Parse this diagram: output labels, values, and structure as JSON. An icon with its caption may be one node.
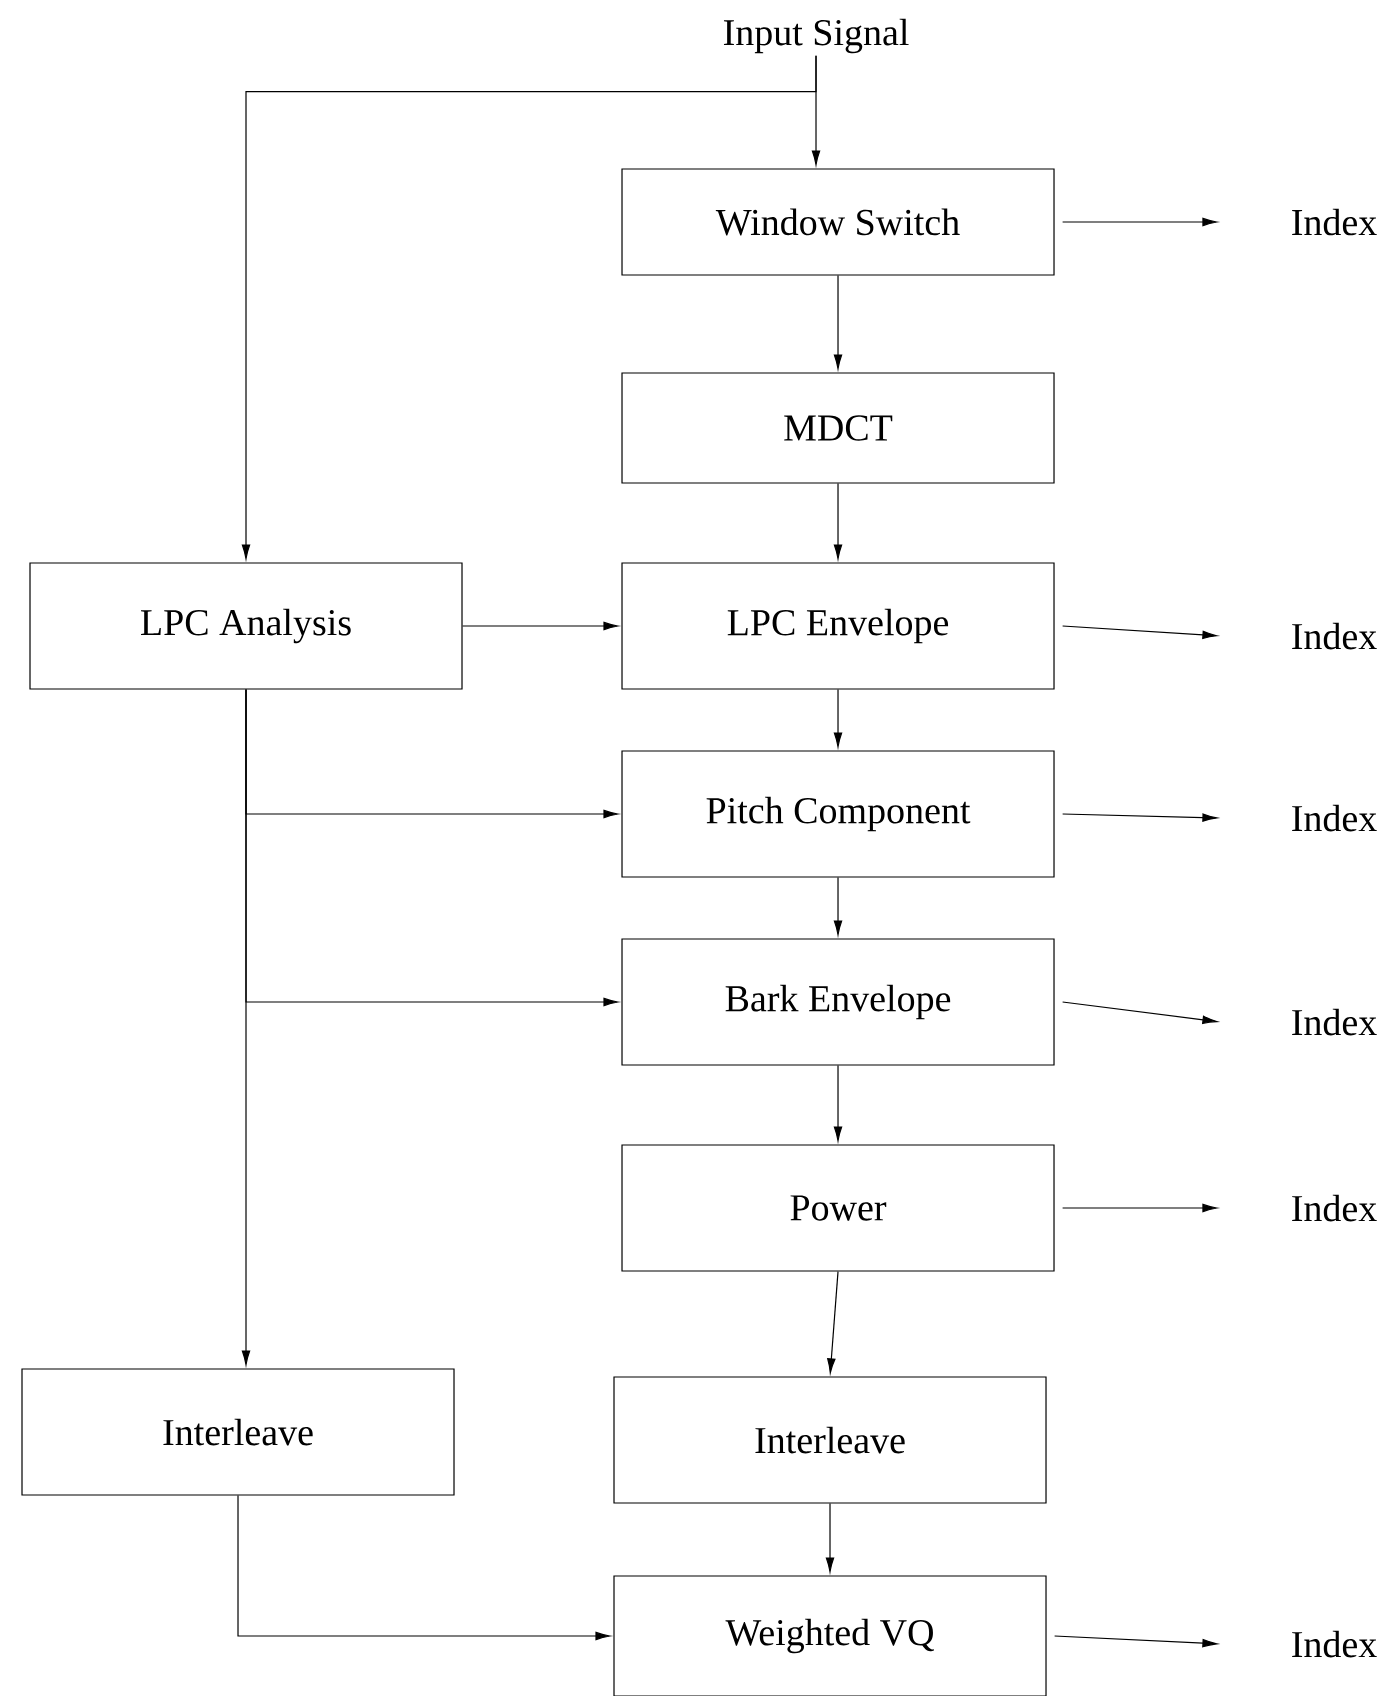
{
  "diagram": {
    "nodes": [
      {
        "text": [
          "Input Signal"
        ]
      },
      {
        "text": [
          "Window Switch"
        ]
      },
      {
        "text": [
          "MDCT"
        ]
      },
      {
        "text": [
          "LPC Analysis"
        ]
      },
      {
        "text": [
          "LPC Envelope"
        ]
      },
      {
        "text": [
          "Pitch Component"
        ]
      },
      {
        "text": [
          "Bark Envelope"
        ]
      },
      {
        "text": [
          "Power"
        ]
      },
      {
        "text": [
          "Interleave"
        ]
      },
      {
        "text": [
          "Interleave"
        ]
      },
      {
        "text": [
          "Weighted VQ"
        ]
      },
      {
        "text": [
          "Index"
        ]
      },
      {
        "text": [
          "Index"
        ]
      },
      {
        "text": [
          "Index"
        ]
      },
      {
        "text": [
          "Index"
        ]
      },
      {
        "text": [
          "Index"
        ]
      },
      {
        "text": [
          "Index"
        ]
      }
    ],
    "edges": [
      {
        "from": 0,
        "to": 1,
        "arrow": "to"
      },
      {
        "from": 0,
        "to": 3,
        "arrow": "to"
      },
      {
        "from": 1,
        "to": 2,
        "arrow": "to"
      },
      {
        "from": 2,
        "to": 4,
        "arrow": "to"
      },
      {
        "from": 3,
        "to": 4,
        "arrow": "to"
      },
      {
        "from": 3,
        "to": 5,
        "arrow": "to"
      },
      {
        "from": 3,
        "to": 6,
        "arrow": "to"
      },
      {
        "from": 3,
        "to": 8,
        "arrow": "to"
      },
      {
        "from": 4,
        "to": 5,
        "arrow": "to"
      },
      {
        "from": 5,
        "to": 6,
        "arrow": "to"
      },
      {
        "from": 6,
        "to": 7,
        "arrow": "to"
      },
      {
        "from": 7,
        "to": 9,
        "arrow": "to"
      },
      {
        "from": 9,
        "to": 10,
        "arrow": "to"
      },
      {
        "from": 8,
        "to": 10,
        "arrow": "to"
      },
      {
        "from": 1,
        "to": 11,
        "arrow": "to"
      },
      {
        "from": 4,
        "to": 12,
        "arrow": "to"
      },
      {
        "from": 5,
        "to": 13,
        "arrow": "to"
      },
      {
        "from": 6,
        "to": 14,
        "arrow": "to"
      },
      {
        "from": 7,
        "to": 15,
        "arrow": "to"
      },
      {
        "from": 10,
        "to": 16,
        "arrow": "to"
      }
    ]
  }
}
